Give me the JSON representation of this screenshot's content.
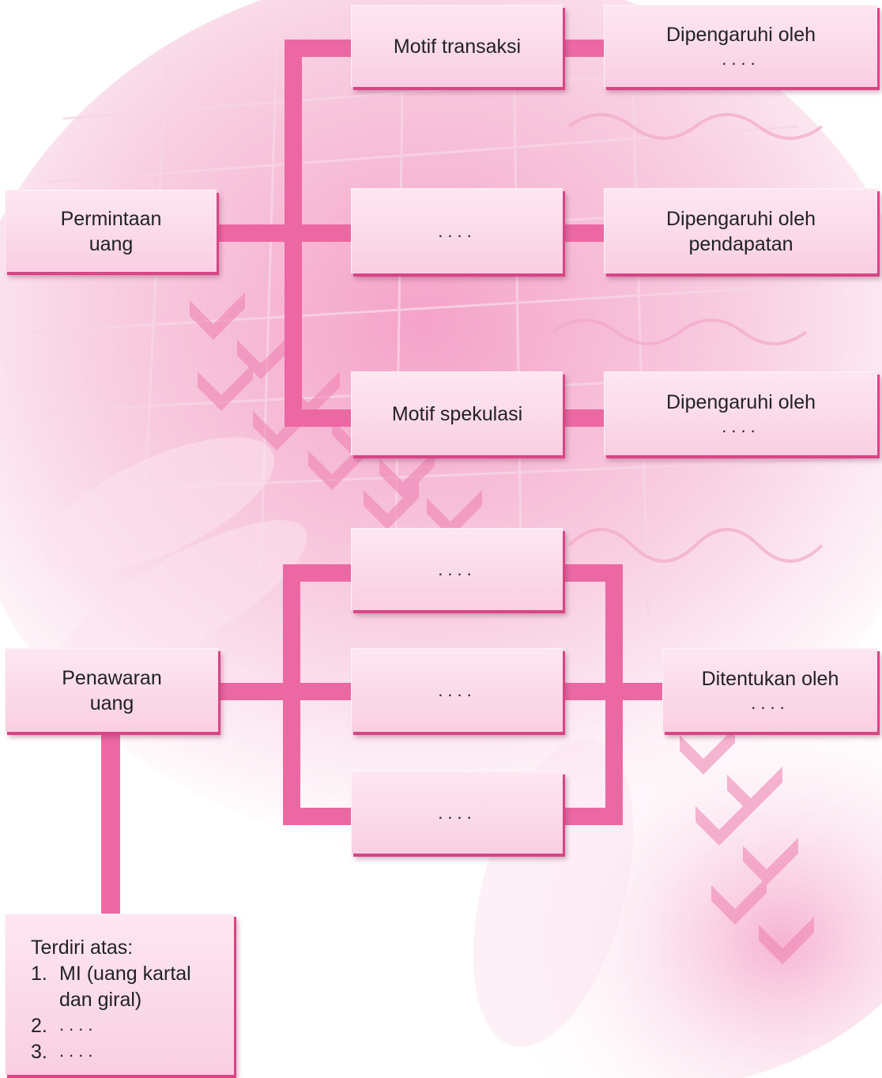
{
  "demand": {
    "root": [
      "Permintaan",
      "uang"
    ],
    "motifs": [
      {
        "label": "Motif transaksi",
        "note": [
          "Dipengaruhi oleh",
          "...."
        ]
      },
      {
        "label": "....",
        "note": [
          "Dipengaruhi oleh",
          "pendapatan"
        ]
      },
      {
        "label": "Motif spekulasi",
        "note": [
          "Dipengaruhi oleh",
          "...."
        ]
      }
    ]
  },
  "supply": {
    "root": [
      "Penawaran",
      "uang"
    ],
    "items": [
      "....",
      "....",
      "...."
    ],
    "determinant": [
      "Ditentukan oleh",
      "...."
    ],
    "composition": {
      "heading": "Terdiri atas:",
      "items": [
        {
          "num": "1.",
          "lines": [
            "MI (uang kartal",
            "dan giral)"
          ]
        },
        {
          "num": "2.",
          "lines": [
            "...."
          ]
        },
        {
          "num": "3.",
          "lines": [
            "...."
          ]
        }
      ]
    }
  }
}
